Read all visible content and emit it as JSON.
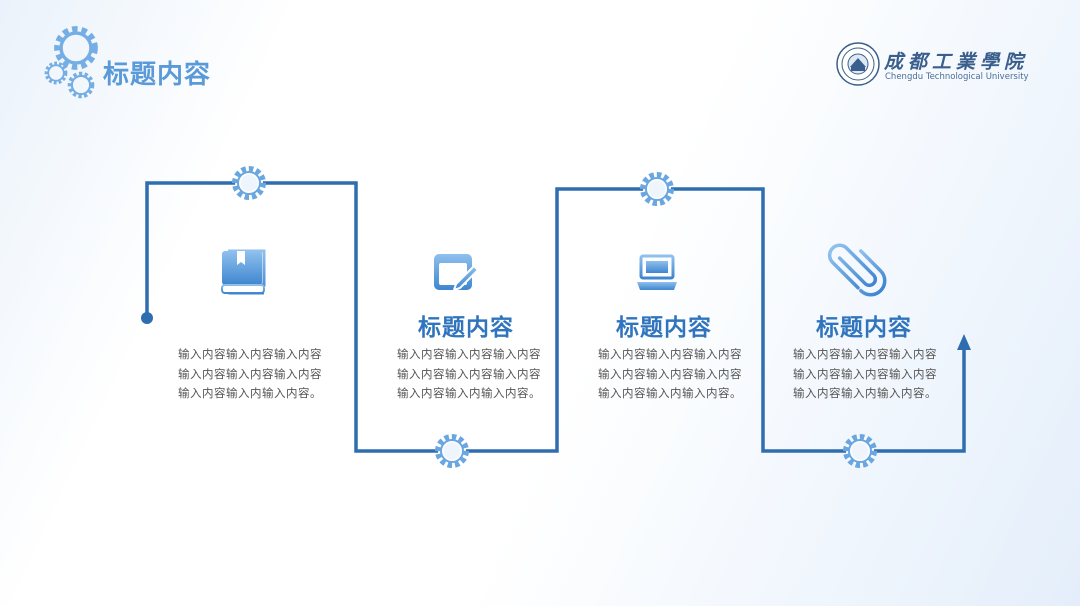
{
  "header": {
    "title": "标题内容",
    "logo_cn": "成都工業學院",
    "logo_en": "Chengdu Technological University"
  },
  "steps": [
    {
      "title": "",
      "body": "输入内容输入内容输入内容输入内容输入内容输入内容输入内容输入内输入内容。",
      "icon": "book-icon"
    },
    {
      "title": "标题内容",
      "body": "输入内容输入内容输入内容输入内容输入内容输入内容输入内容输入内输入内容。",
      "icon": "edit-icon"
    },
    {
      "title": "标题内容",
      "body": "输入内容输入内容输入内容输入内容输入内容输入内容输入内容输入内输入内容。",
      "icon": "laptop-icon"
    },
    {
      "title": "标题内容",
      "body": "输入内容输入内容输入内容输入内容输入内容输入内容输入内容输入内输入内容。",
      "icon": "paperclip-icon"
    }
  ],
  "colors": {
    "line": "#2e6db0",
    "accent": "#5a9ad8",
    "gear": "#6aa6e0"
  }
}
